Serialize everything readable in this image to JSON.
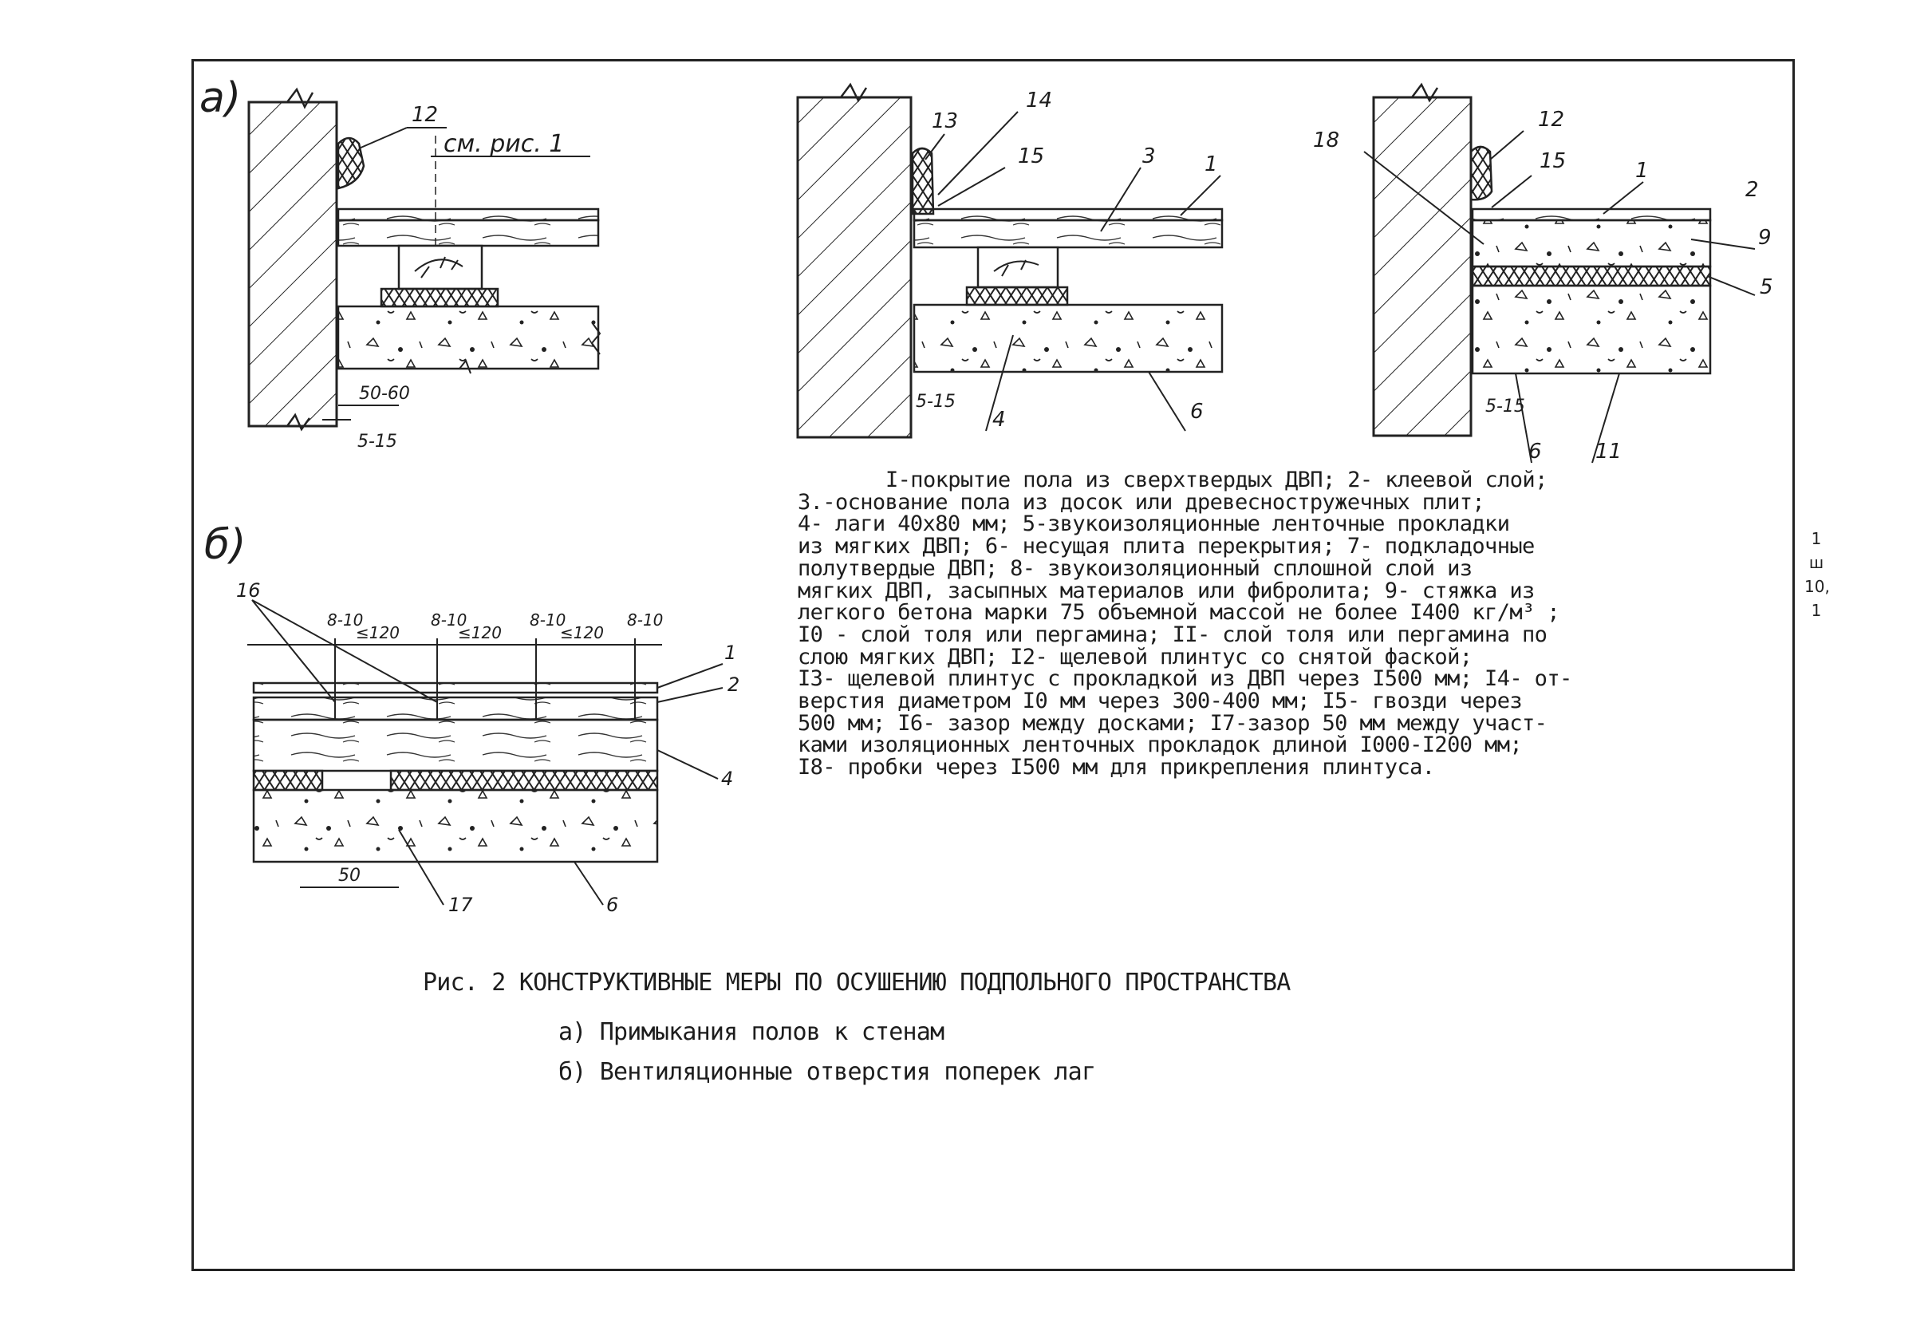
{
  "sections": {
    "a_label": "а)",
    "b_label": "б)"
  },
  "drawing_a1": {
    "ref_text": "см. рис. 1",
    "callout": "12",
    "dim_gap": "50-60",
    "dim_edge": "5-15"
  },
  "drawing_a2": {
    "callouts": [
      "13",
      "14",
      "15",
      "3",
      "1",
      "4",
      "6"
    ],
    "dim_edge": "5-15"
  },
  "drawing_a3": {
    "callouts": [
      "18",
      "12",
      "15",
      "1",
      "2",
      "9",
      "5",
      "6",
      "11"
    ],
    "dim_edge": "5-15"
  },
  "drawing_b": {
    "callouts": [
      "16",
      "1",
      "2",
      "4",
      "17",
      "6"
    ],
    "gaps": [
      "8-10",
      "8-10",
      "8-10",
      "8-10"
    ],
    "spacings": [
      "≤120",
      "≤120",
      "≤120"
    ],
    "dim_bottom": "50"
  },
  "legend": {
    "lines": [
      "I-покрытие пола из сверхтвердых ДВП; 2- клеевой слой;",
      "3.-основание пола из досок или древесностружечных плит;",
      "4- лаги 40х80 мм; 5-звукоизоляционные ленточные прокладки",
      "из мягких ДВП; 6- несущая плита перекрытия; 7- подкладочные",
      "полутвердые ДВП; 8- звукоизоляционный сплошной слой из",
      "мягких ДВП, засыпных материалов или фибролита; 9- стяжка из",
      "легкого бетона марки 75 объемной массой не более I400 кг/м³ ;",
      "I0 - слой толя или пергамина; II- слой толя или пергамина по",
      "слою мягких ДВП; I2- щелевой плинтус со снятой фаской;",
      "I3- щелевой плинтус с прокладкой из ДВП через I500 мм; I4- от-",
      "верстия диаметром I0 мм через 300-400 мм; I5- гвозди через",
      "500 мм; I6- зазор между досками; I7-зазор 50 мм между участ-",
      "ками изоляционных ленточных прокладок длиной I000-I200 мм;",
      "I8- пробки через I500 мм для прикрепления плинтуса."
    ]
  },
  "caption": {
    "title": "Рис. 2  КОНСТРУКТИВНЫЕ МЕРЫ ПО ОСУШЕНИЮ ПОДПОЛЬНОГО ПРОСТРАНСТВА",
    "item_a": "а) Примыкания полов к стенам",
    "item_b": "б) Вентиляционные отверстия поперек лаг"
  },
  "margin_note": [
    "1",
    "ш",
    "10,",
    "1"
  ]
}
